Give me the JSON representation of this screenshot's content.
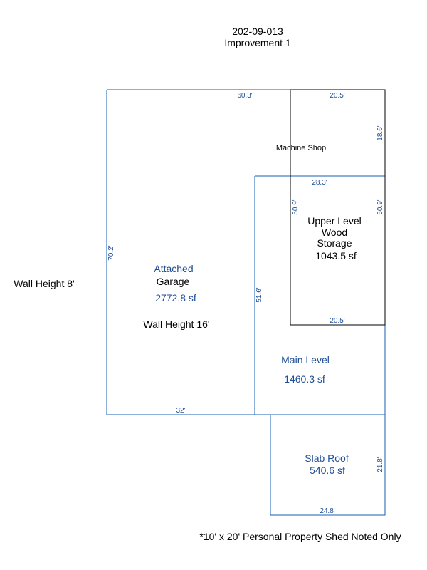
{
  "header": {
    "parcel": "202-09-013",
    "improvement": "Improvement 1"
  },
  "notes": {
    "wall_height_outside": "Wall Height 8'",
    "footnote": "*10' x 20' Personal Property Shed Noted Only"
  },
  "areas": {
    "garage": {
      "line1": "Attached",
      "line2": "Garage",
      "area": "2772.8 sf",
      "wall_height": "Wall Height 16'"
    },
    "machine_shop": {
      "label": "Machine Shop"
    },
    "upper_level": {
      "line1": "Upper Level",
      "line2": "Wood",
      "line3": "Storage",
      "area": "1043.5 sf"
    },
    "main_level": {
      "label": "Main Level",
      "area": "1460.3 sf"
    },
    "slab_roof": {
      "label": "Slab Roof",
      "area": "540.6 sf"
    }
  },
  "dimensions": {
    "garage_top": "60.3'",
    "garage_left": "70.2'",
    "garage_bottom": "32'",
    "main_left": "51.6'",
    "shop_top": "20.5'",
    "shop_right": "18.6'",
    "main_top": "28.3'",
    "upper_left": "50.9'",
    "upper_right": "50.9'",
    "upper_bottom": "20.5'",
    "slab_right": "21.8'",
    "slab_bottom": "24.8'"
  },
  "colors": {
    "blue_line": "#1a5fb4",
    "blue_text": "#1f4e96",
    "black_line": "#000000"
  }
}
